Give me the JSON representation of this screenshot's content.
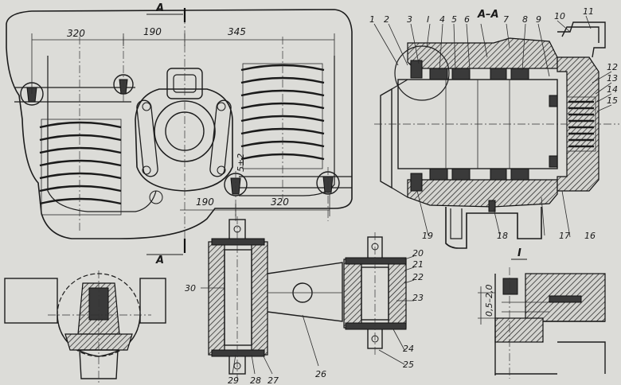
{
  "section_label": "А–А",
  "cut_label": "А",
  "detail_label": "I",
  "dimensions": {
    "top_left": "320",
    "top_mid": "190",
    "top_right": "345",
    "bottom_mid": "190",
    "bottom_right": "320",
    "clearance": "5±2",
    "gap_range": "0,5–2,0"
  },
  "part_numbers": [
    "1",
    "2",
    "3",
    "I",
    "4",
    "5",
    "6",
    "7",
    "8",
    "9",
    "10",
    "11",
    "12",
    "13",
    "14",
    "15",
    "16",
    "17",
    "18",
    "19",
    "20",
    "21",
    "22",
    "23",
    "24",
    "25",
    "26",
    "27",
    "28",
    "29",
    "30"
  ]
}
